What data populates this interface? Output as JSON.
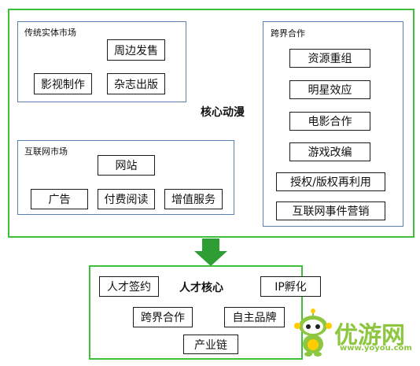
{
  "top_section": {
    "core_label": "核心动漫",
    "traditional_market": {
      "title": "传统实体市场",
      "items": [
        "周边发售",
        "影视制作",
        "杂志出版"
      ]
    },
    "internet_market": {
      "title": "互联网市场",
      "items": [
        "网站",
        "广告",
        "付费阅读",
        "增值服务"
      ]
    },
    "crossover": {
      "title": "跨界合作",
      "items": [
        "资源重组",
        "明星效应",
        "电影合作",
        "游戏改编",
        "授权/版权再利用",
        "互联网事件营销"
      ]
    }
  },
  "bottom_section": {
    "core_label": "人才核心",
    "items": [
      "人才签约",
      "IP孵化",
      "跨界合作",
      "自主品牌",
      "产业链"
    ]
  },
  "colors": {
    "green_border": "#3fbf3a",
    "blue_border": "#5a7fb2",
    "arrow": "#2e9e34",
    "logo": "#8dc63f"
  },
  "watermark": {
    "text": "优游网",
    "url": "www.yoyou.com"
  }
}
